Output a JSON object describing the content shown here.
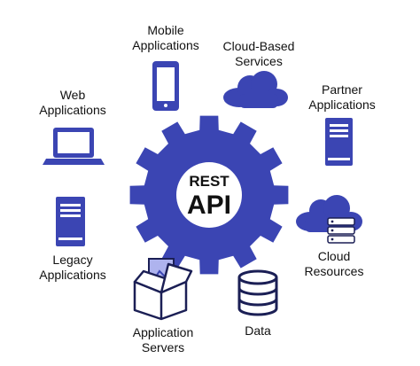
{
  "colors": {
    "accent": "#3b45b3",
    "accent_light": "#aeb3ee",
    "outline": "#1b1f55",
    "text": "#111111",
    "background": "#ffffff"
  },
  "center": {
    "line1": "REST",
    "line2": "API",
    "icon": "gear-icon"
  },
  "clients": [
    {
      "key": "mobile",
      "line1": "Mobile",
      "line2": "Applications",
      "icon": "smartphone-icon"
    },
    {
      "key": "cloud",
      "line1": "Cloud-Based",
      "line2": "Services",
      "icon": "cloud-icon"
    },
    {
      "key": "partner",
      "line1": "Partner",
      "line2": "Applications",
      "icon": "server-tower-icon"
    },
    {
      "key": "cloudres",
      "line1": "Cloud",
      "line2": "Resources",
      "icon": "cloud-server-icon"
    },
    {
      "key": "data",
      "line1": "Data",
      "line2": "",
      "icon": "database-icon"
    },
    {
      "key": "appsrv",
      "line1": "Application",
      "line2": "Servers",
      "icon": "open-box-icon"
    },
    {
      "key": "legacy",
      "line1": "Legacy",
      "line2": "Applications",
      "icon": "server-tower-icon"
    },
    {
      "key": "web",
      "line1": "Web",
      "line2": "Applications",
      "icon": "laptop-icon"
    }
  ]
}
